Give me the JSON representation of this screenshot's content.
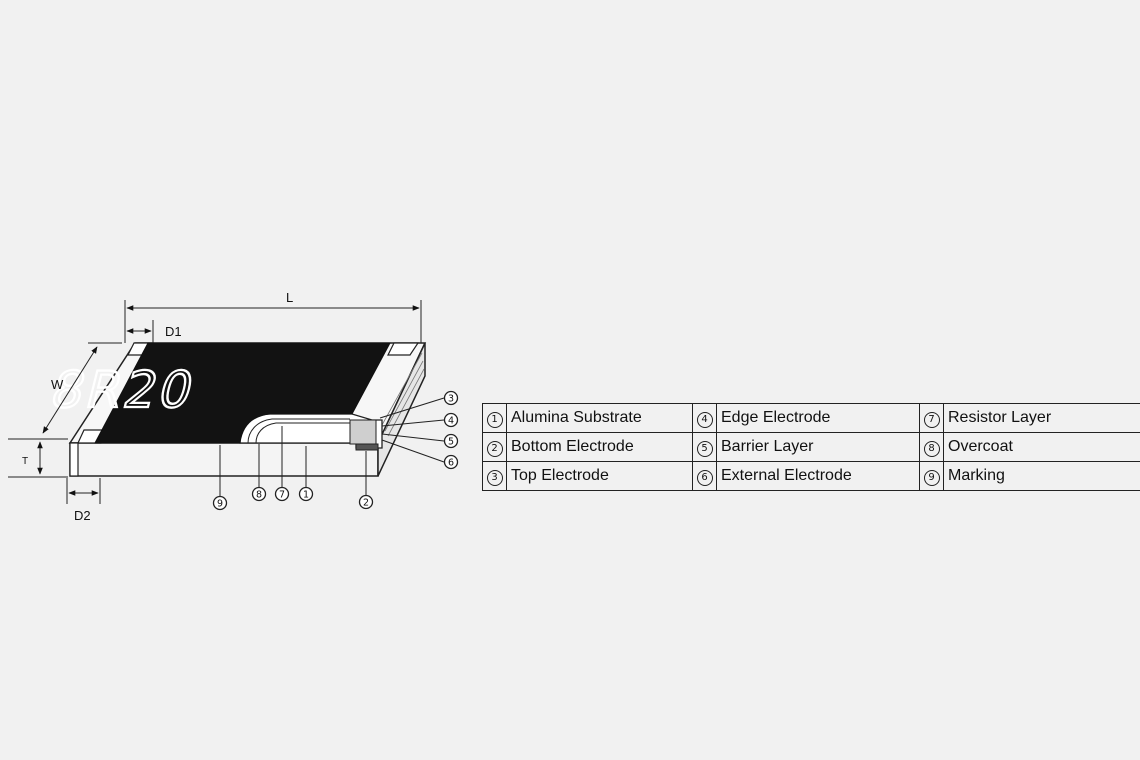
{
  "dimensions": {
    "length": "L",
    "width": "W",
    "thickness": "T",
    "d1": "D1",
    "d2": "D2"
  },
  "marking_text": "8R20",
  "callouts": [
    {
      "id": "callout-3",
      "number": "3"
    },
    {
      "id": "callout-4",
      "number": "4"
    },
    {
      "id": "callout-5",
      "number": "5"
    },
    {
      "id": "callout-6",
      "number": "6"
    },
    {
      "id": "callout-9",
      "number": "9"
    },
    {
      "id": "callout-8",
      "number": "8"
    },
    {
      "id": "callout-7",
      "number": "7"
    },
    {
      "id": "callout-1",
      "number": "1"
    },
    {
      "id": "callout-2",
      "number": "2"
    }
  ],
  "legend": {
    "rows": [
      [
        {
          "number": "1",
          "label": "Alumina Substrate"
        },
        {
          "number": "4",
          "label": "Edge Electrode"
        },
        {
          "number": "7",
          "label": "Resistor Layer"
        }
      ],
      [
        {
          "number": "2",
          "label": "Bottom Electrode"
        },
        {
          "number": "5",
          "label": "Barrier Layer"
        },
        {
          "number": "8",
          "label": "Overcoat"
        }
      ],
      [
        {
          "number": "3",
          "label": "Top Electrode"
        },
        {
          "number": "6",
          "label": "External Electrode"
        },
        {
          "number": "9",
          "label": "Marking"
        }
      ]
    ]
  }
}
